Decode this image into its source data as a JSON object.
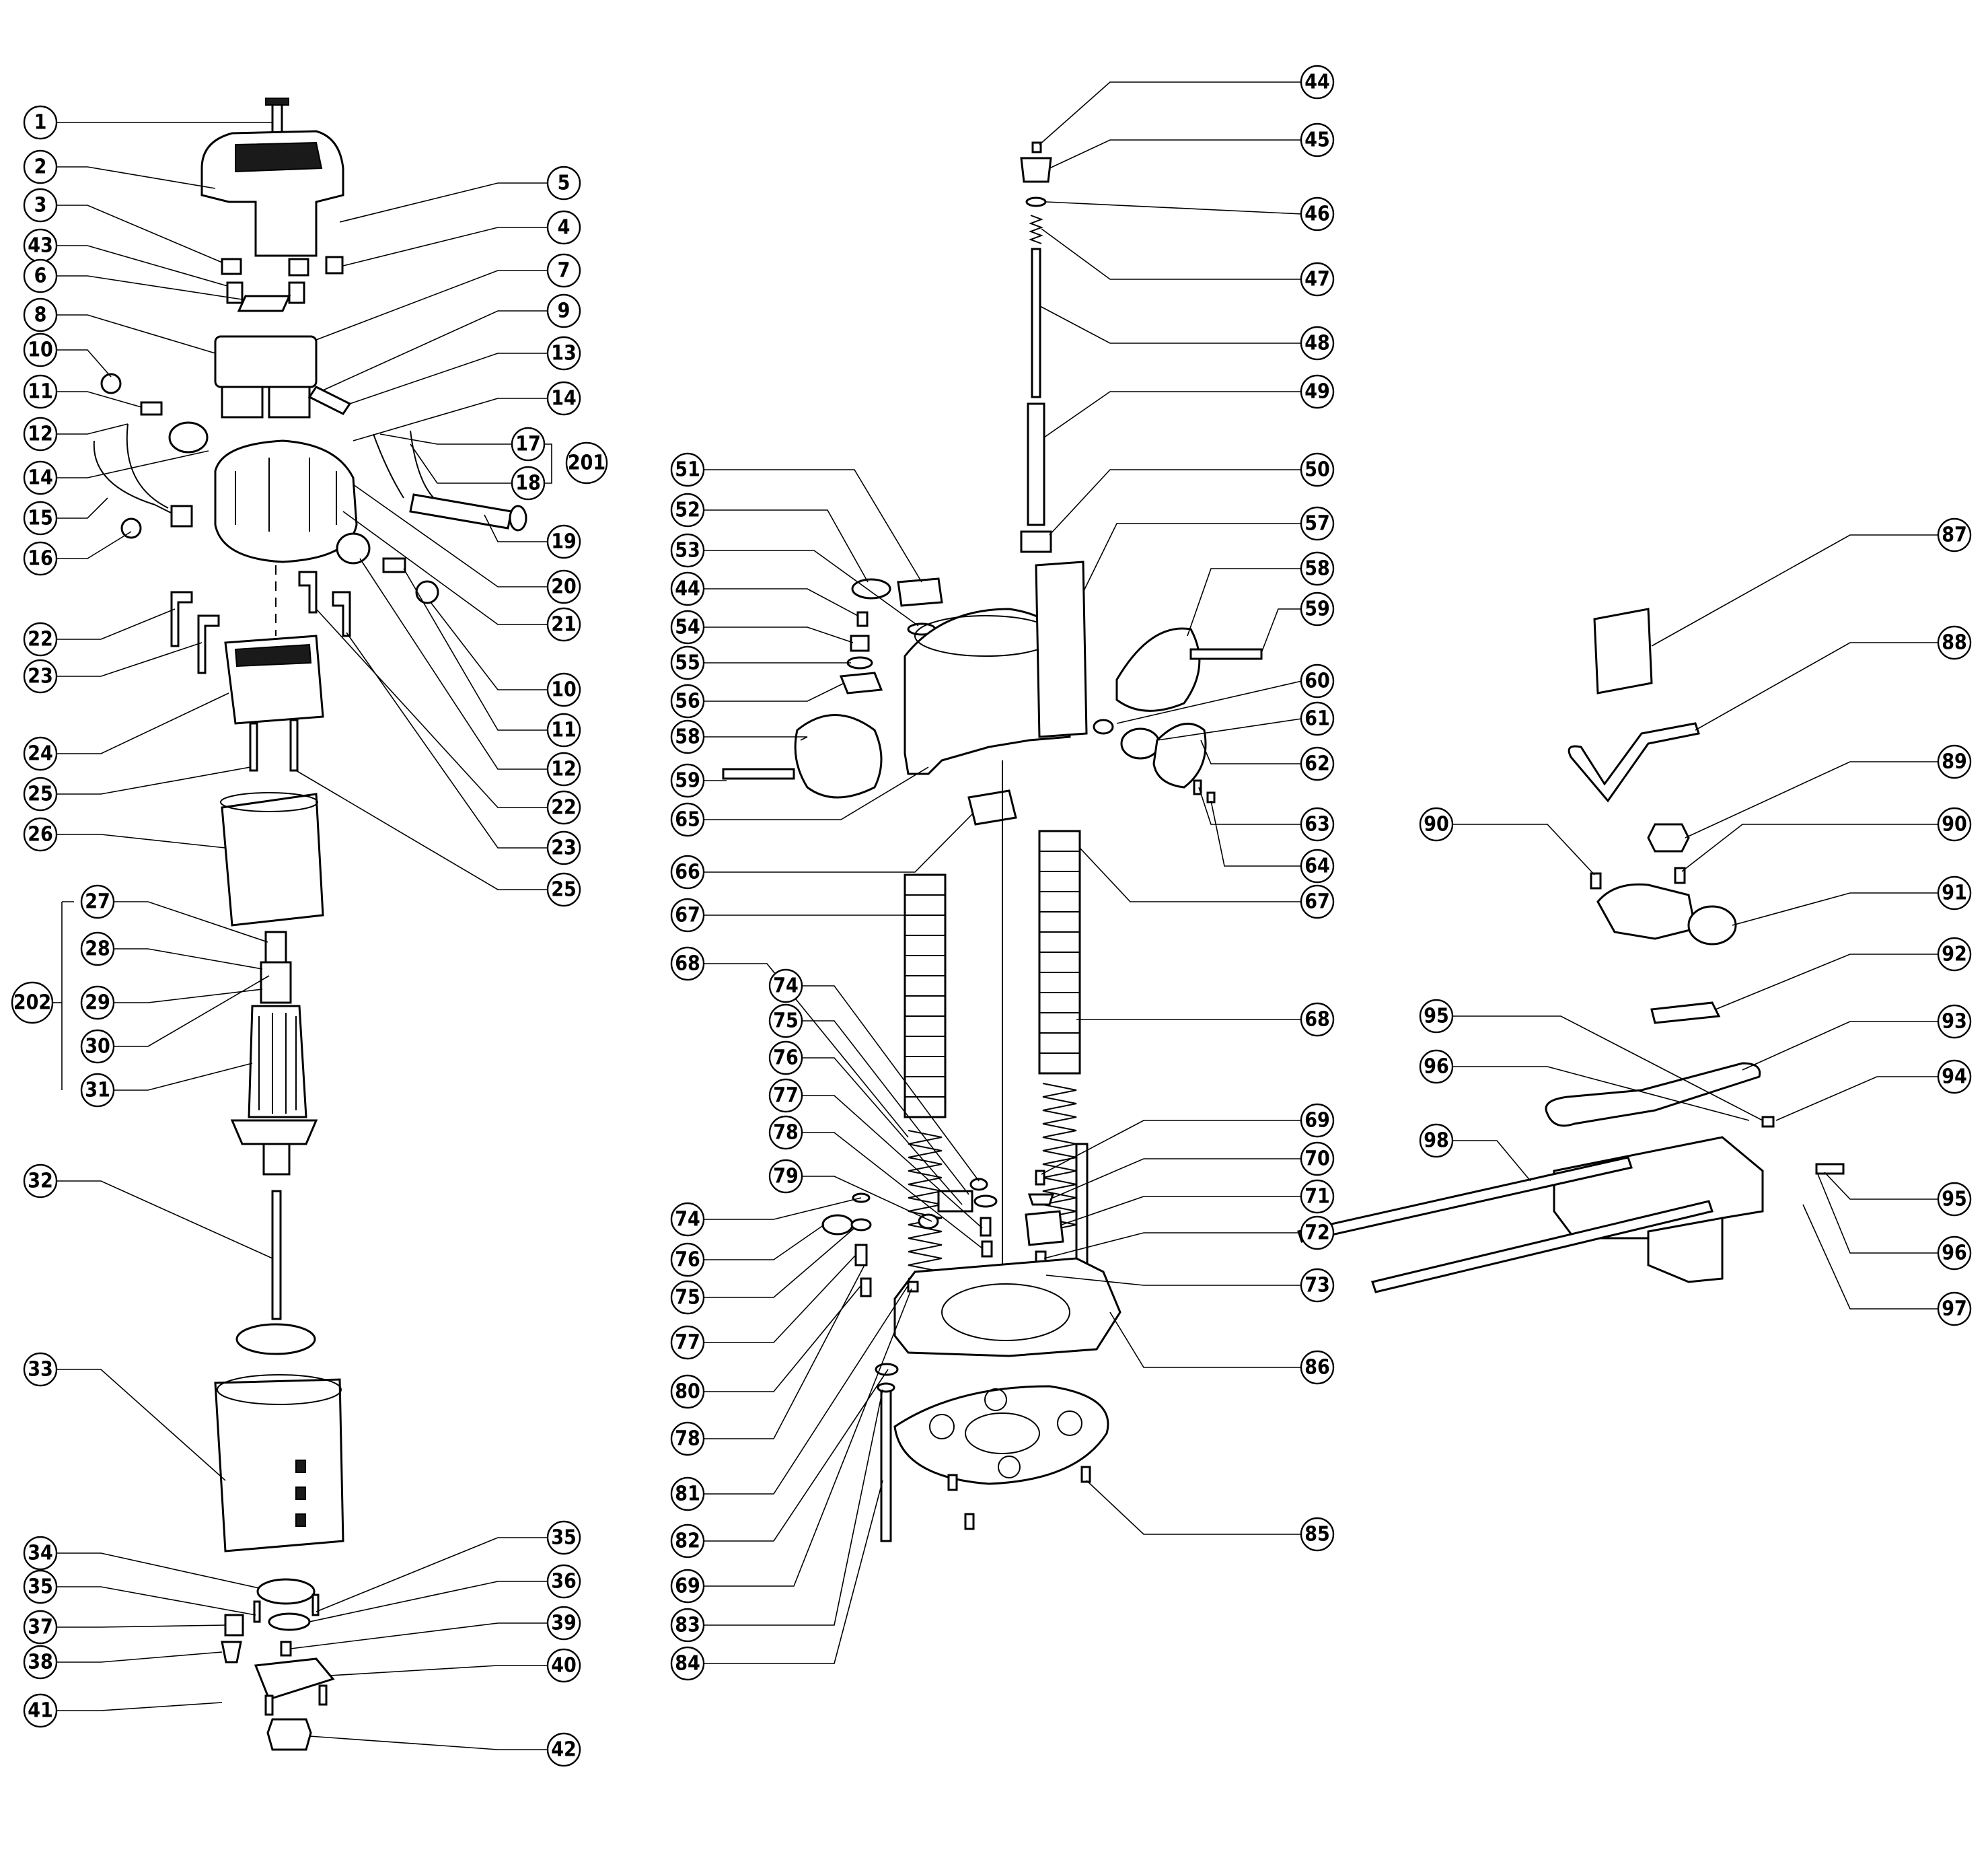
{
  "callouts": {
    "c1": "1",
    "c2": "2",
    "c3": "3",
    "c43": "43",
    "c6": "6",
    "c8": "8",
    "c10a": "10",
    "c11a": "11",
    "c12a": "12",
    "c14a": "14",
    "c15": "15",
    "c16": "16",
    "c22a": "22",
    "c23a": "23",
    "c24": "24",
    "c25a": "25",
    "c26": "26",
    "c27": "27",
    "c28": "28",
    "c202": "202",
    "c29": "29",
    "c30": "30",
    "c31": "31",
    "c32": "32",
    "c33": "33",
    "c34": "34",
    "c35a": "35",
    "c37": "37",
    "c38": "38",
    "c41": "41",
    "c5": "5",
    "c4": "4",
    "c7": "7",
    "c9": "9",
    "c13": "13",
    "c14b": "14",
    "c17": "17",
    "c201": "201",
    "c18": "18",
    "c19": "19",
    "c20": "20",
    "c21": "21",
    "c10b": "10",
    "c11b": "11",
    "c12b": "12",
    "c22b": "22",
    "c23b": "23",
    "c25b": "25",
    "c35b": "35",
    "c36": "36",
    "c39": "39",
    "c40": "40",
    "c42": "42",
    "c44a": "44",
    "c45": "45",
    "c46": "46",
    "c47": "47",
    "c48": "48",
    "c49": "49",
    "c50": "50",
    "c51": "51",
    "c52": "52",
    "c53": "53",
    "c44b": "44",
    "c54": "54",
    "c55": "55",
    "c56": "56",
    "c58a": "58",
    "c59a": "59",
    "c65": "65",
    "c66": "66",
    "c67a": "67",
    "c68a": "68",
    "c57": "57",
    "c58b": "58",
    "c59b": "59",
    "c60": "60",
    "c61": "61",
    "c62": "62",
    "c63": "63",
    "c64": "64",
    "c67b": "67",
    "c68b": "68",
    "c74a": "74",
    "c75a": "75",
    "c76a": "76",
    "c77a": "77",
    "c78a": "78",
    "c79": "79",
    "c74b": "74",
    "c76b": "76",
    "c75b": "75",
    "c77b": "77",
    "c80": "80",
    "c78b": "78",
    "c81": "81",
    "c82": "82",
    "c69b": "69",
    "c83": "83",
    "c84": "84",
    "c69a": "69",
    "c70": "70",
    "c71": "71",
    "c72": "72",
    "c73": "73",
    "c86": "86",
    "c85": "85",
    "c87": "87",
    "c88": "88",
    "c89": "89",
    "c90a": "90",
    "c90b": "90",
    "c91": "91",
    "c92": "92",
    "c95a": "95",
    "c93": "93",
    "c96a": "96",
    "c94": "94",
    "c98": "98",
    "c95b": "95",
    "c96b": "96",
    "c97": "97"
  }
}
